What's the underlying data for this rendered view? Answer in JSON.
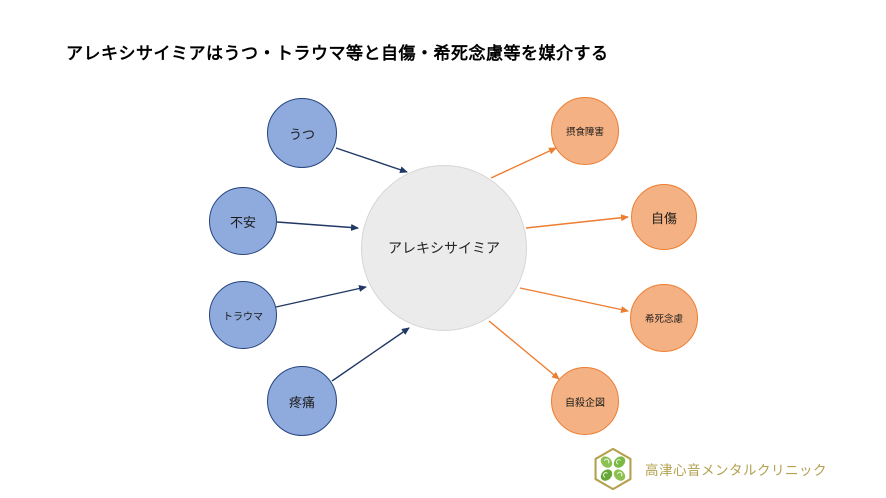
{
  "title": "アレキシサイミアはうつ・トラウマ等と自傷・希死念慮等を媒介する",
  "diagram": {
    "center": {
      "label": "アレキシサイミア"
    },
    "causes": [
      {
        "label": "うつ"
      },
      {
        "label": "不安"
      },
      {
        "label": "トラウマ"
      },
      {
        "label": "疼痛"
      }
    ],
    "effects": [
      {
        "label": "摂食障害"
      },
      {
        "label": "自傷"
      },
      {
        "label": "希死念慮"
      },
      {
        "label": "自殺企図"
      }
    ],
    "colors": {
      "cause_fill": "#8faadc",
      "cause_border": "#24437e",
      "cause_arrow": "#203864",
      "effect_fill": "#f4b183",
      "effect_border": "#ed7d31",
      "effect_arrow": "#ed7d31",
      "center_fill": "#ebebeb",
      "center_border": "#d6d6d6"
    }
  },
  "footer": {
    "clinic_name": "高津心音メンタルクリニック",
    "logo_icon": "clover-hexagon-logo",
    "logo_gold": "#b5a14c",
    "logo_green": "#79b944"
  }
}
